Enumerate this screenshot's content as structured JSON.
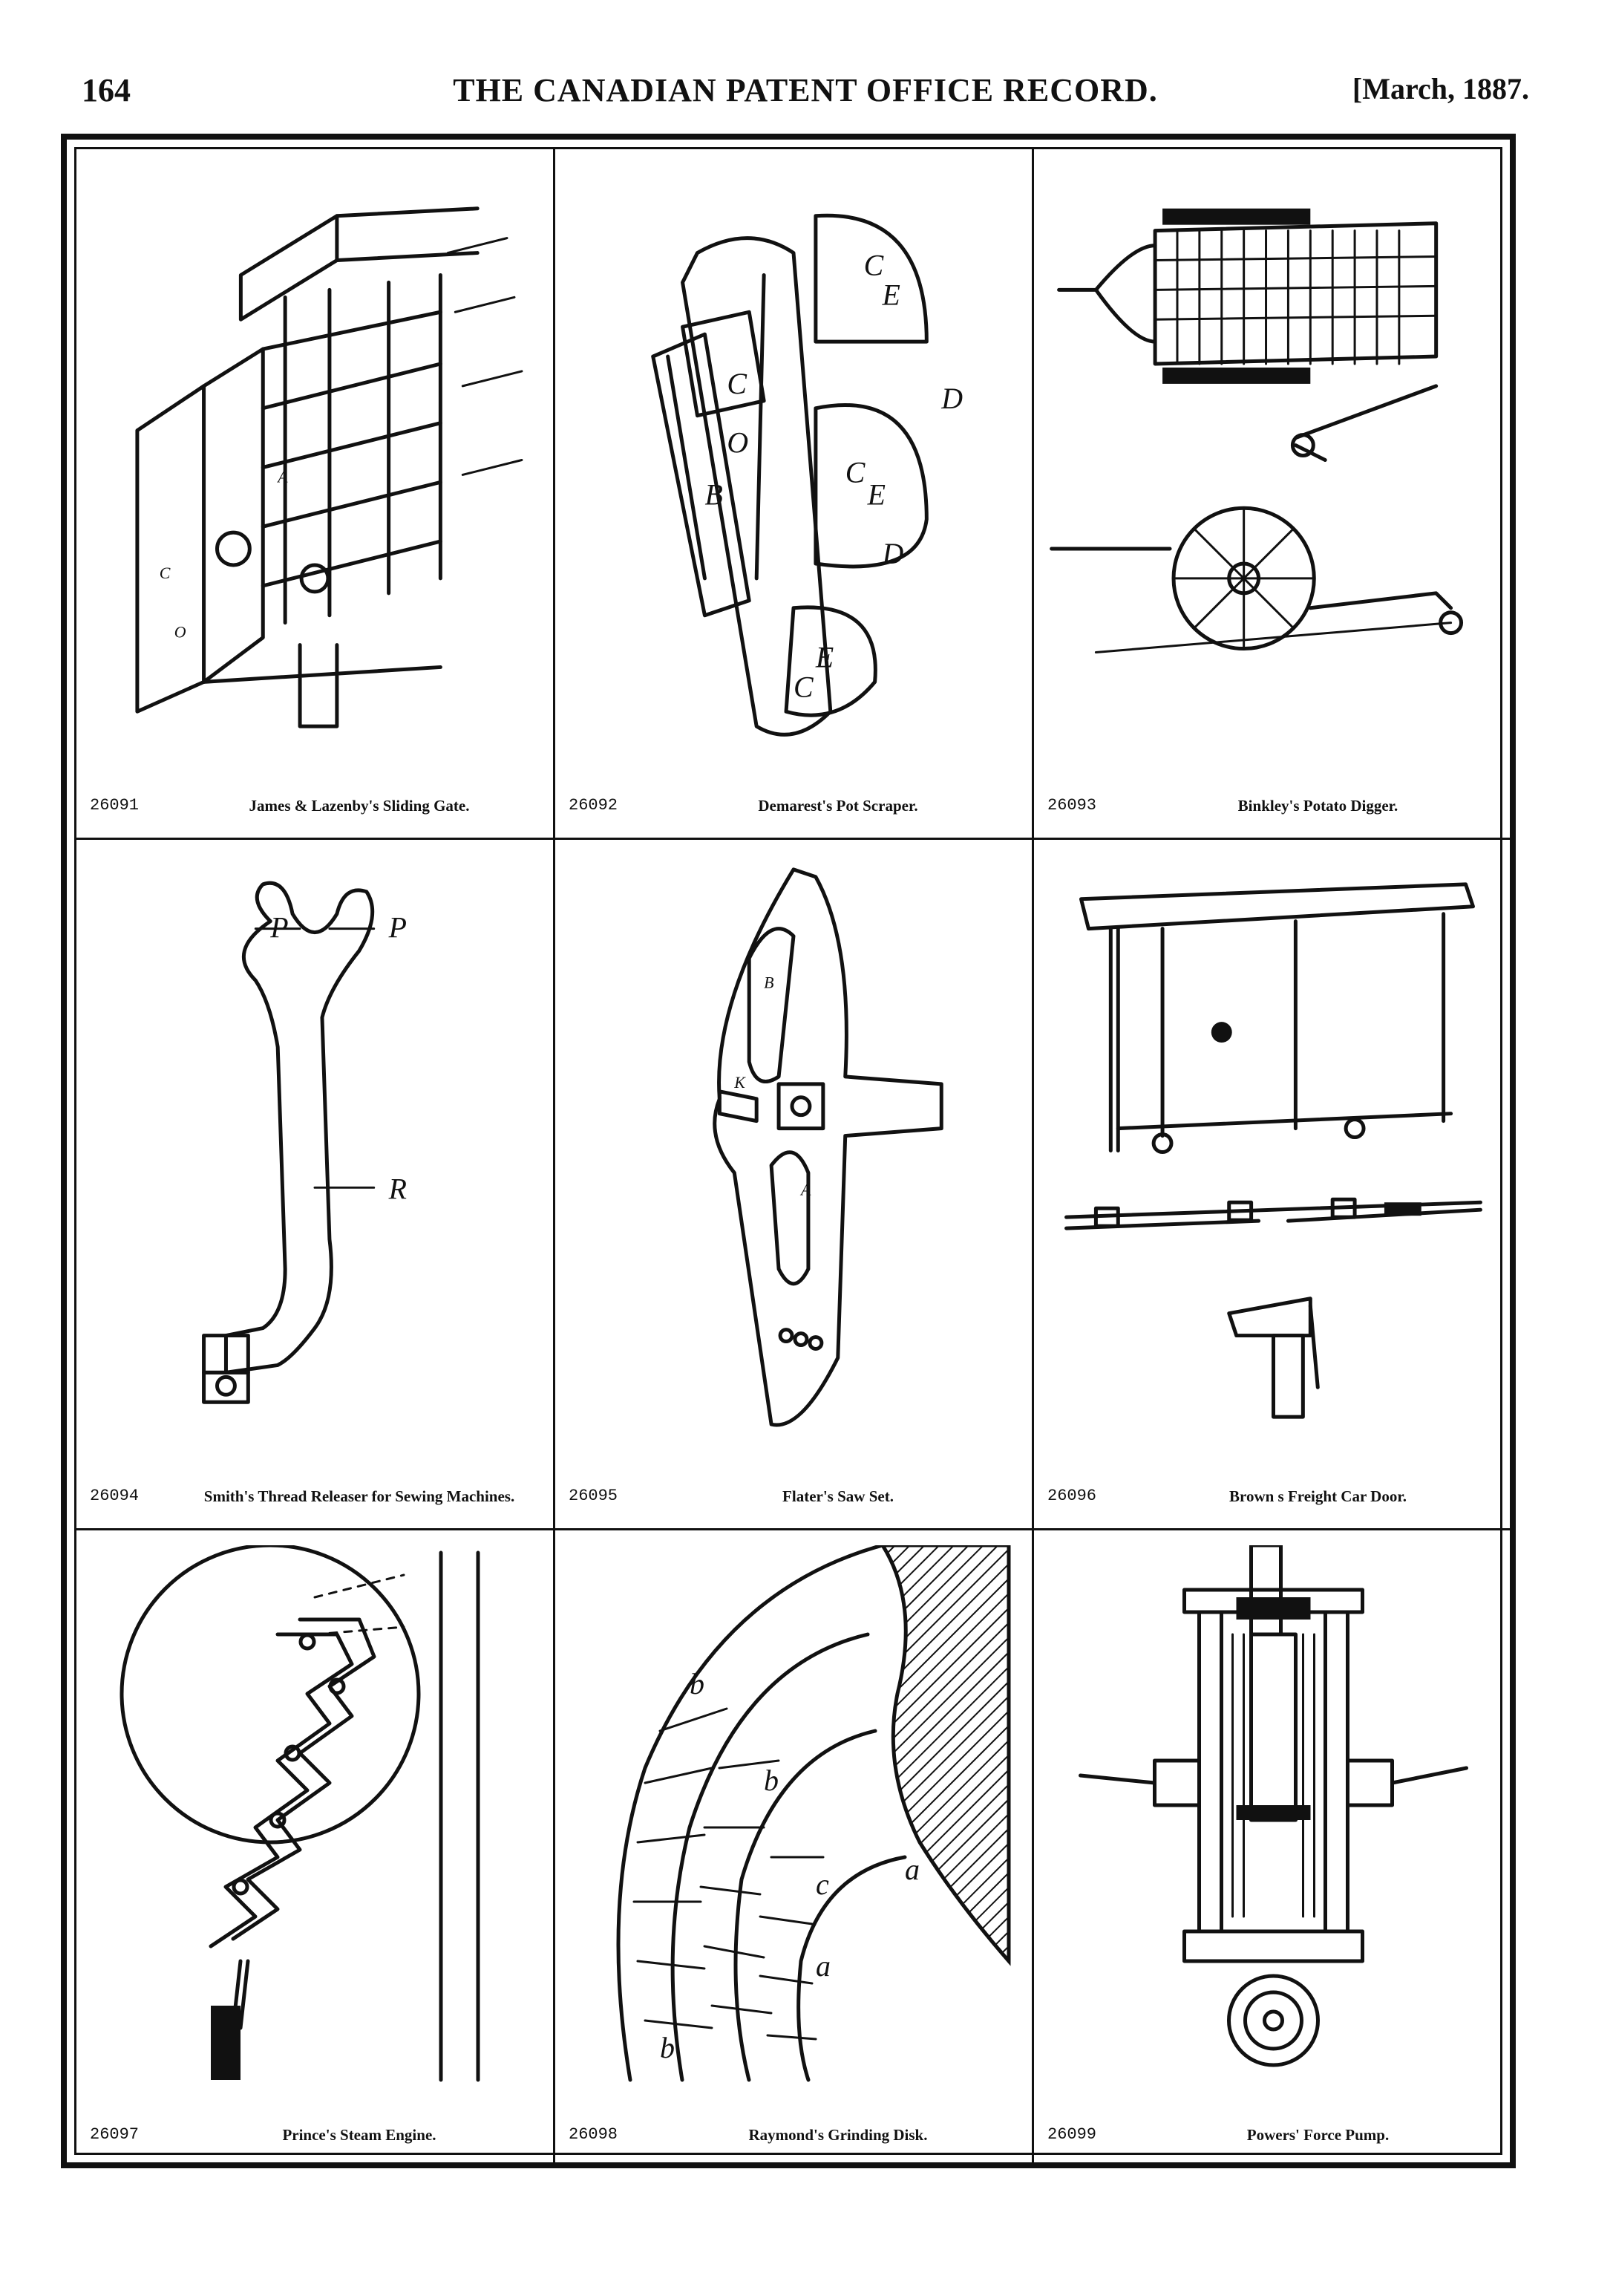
{
  "header": {
    "page_number": "164",
    "title": "THE CANADIAN PATENT OFFICE RECORD.",
    "date": "[March, 1887."
  },
  "patents": [
    {
      "number": "26091",
      "title": "James & Lazenby's Sliding Gate.",
      "figure_icon": "sliding-gate-drawing"
    },
    {
      "number": "26092",
      "title": "Demarest's Pot Scraper.",
      "figure_icon": "pot-scraper-drawing"
    },
    {
      "number": "26093",
      "title": "Binkley's Potato Digger.",
      "figure_icon": "potato-digger-drawing"
    },
    {
      "number": "26094",
      "title": "Smith's Thread Releaser for Sewing Machines.",
      "figure_icon": "thread-releaser-drawing"
    },
    {
      "number": "26095",
      "title": "Flater's Saw Set.",
      "figure_icon": "saw-set-drawing"
    },
    {
      "number": "26096",
      "title": "Brown s Freight Car Door.",
      "figure_icon": "freight-car-door-drawing"
    },
    {
      "number": "26097",
      "title": "Prince's Steam Engine.",
      "figure_icon": "steam-engine-drawing"
    },
    {
      "number": "26098",
      "title": "Raymond's Grinding Disk.",
      "figure_icon": "grinding-disk-drawing"
    },
    {
      "number": "26099",
      "title": "Powers' Force Pump.",
      "figure_icon": "force-pump-drawing"
    }
  ],
  "figure_letters": {
    "scraper": [
      "C",
      "E",
      "D",
      "B",
      "C",
      "O",
      "C",
      "E",
      "D",
      "E",
      "C"
    ],
    "releaser": [
      "P",
      "P",
      "R"
    ],
    "saw_set": [
      "A",
      "B",
      "K"
    ],
    "grinding": [
      "b",
      "b",
      "c",
      "a",
      "a",
      "b"
    ]
  }
}
